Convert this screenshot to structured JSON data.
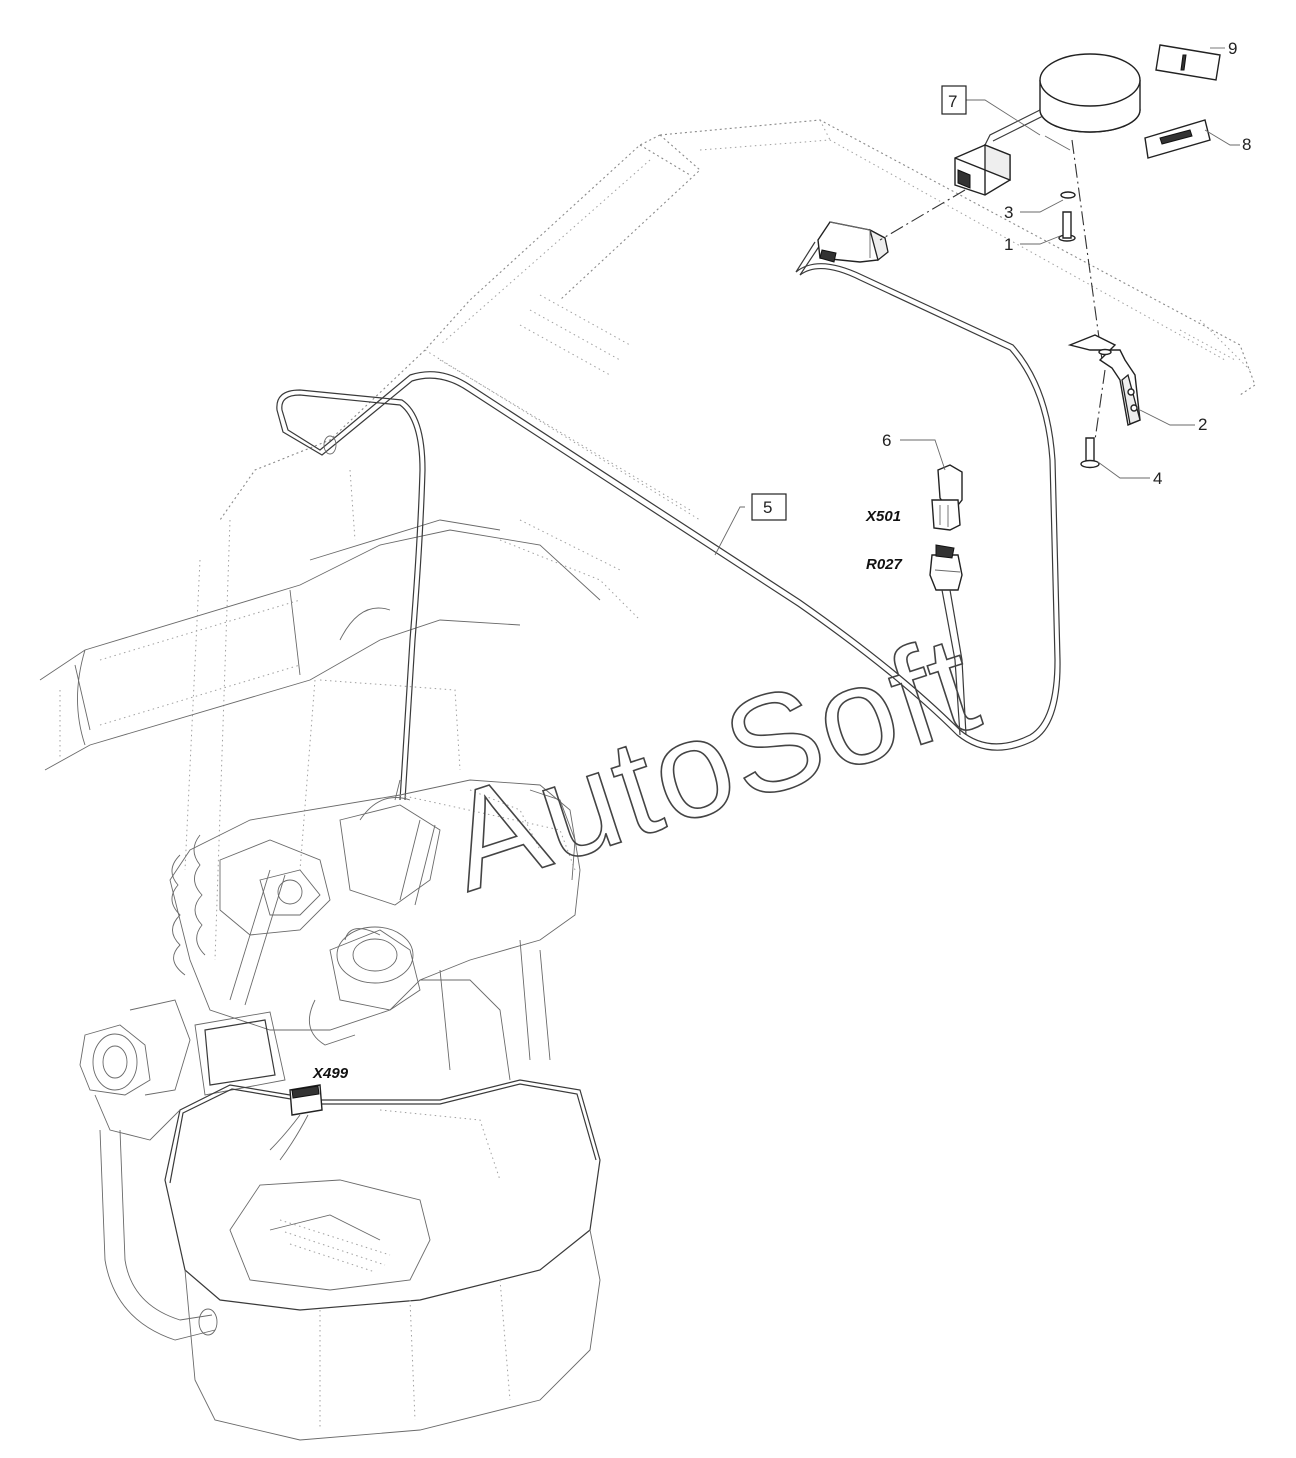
{
  "callouts": {
    "c1": "1",
    "c2": "2",
    "c3": "3",
    "c4": "4",
    "c5": "5",
    "c6": "6",
    "c7": "7",
    "c8": "8",
    "c9": "9"
  },
  "connectors": {
    "x501": "X501",
    "r027": "R027",
    "x499": "X499"
  },
  "watermark": "AutoSoft"
}
